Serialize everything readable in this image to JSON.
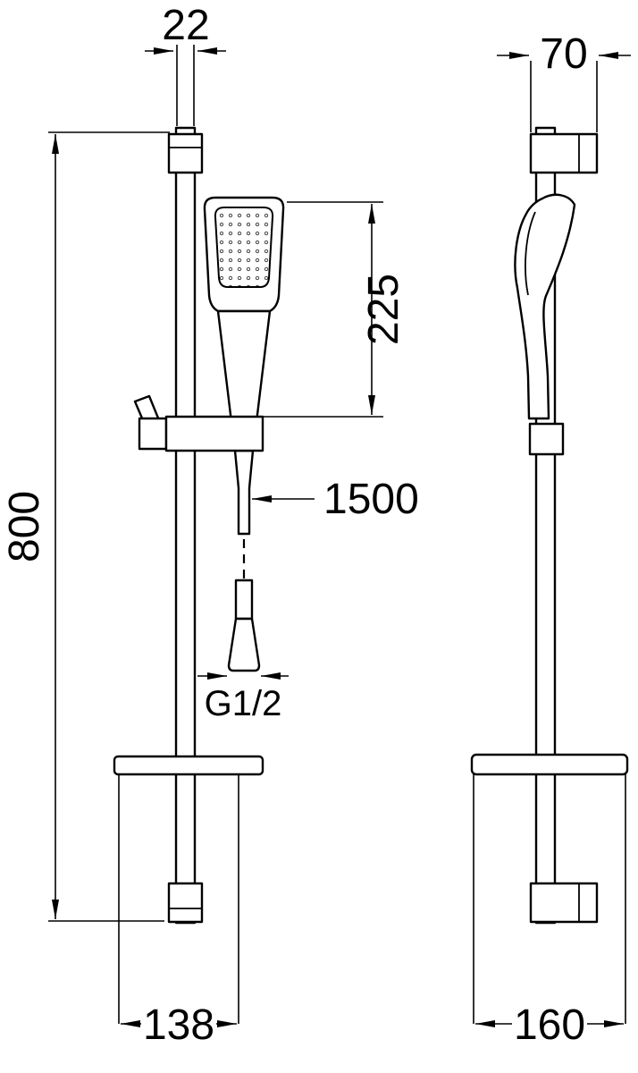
{
  "drawing": {
    "background": "#ffffff",
    "line_color": "#000000",
    "dimensions": {
      "rail_top_width": {
        "label": "22"
      },
      "wall_bracket_depth": {
        "label": "70"
      },
      "hand_shower_length": {
        "label": "225"
      },
      "rail_height": {
        "label": "800"
      },
      "hose_length": {
        "label": "1500"
      },
      "hose_thread": {
        "label": "G1/2"
      },
      "soap_dish_width": {
        "label": "138"
      },
      "soap_dish_depth": {
        "label": "160"
      }
    }
  }
}
